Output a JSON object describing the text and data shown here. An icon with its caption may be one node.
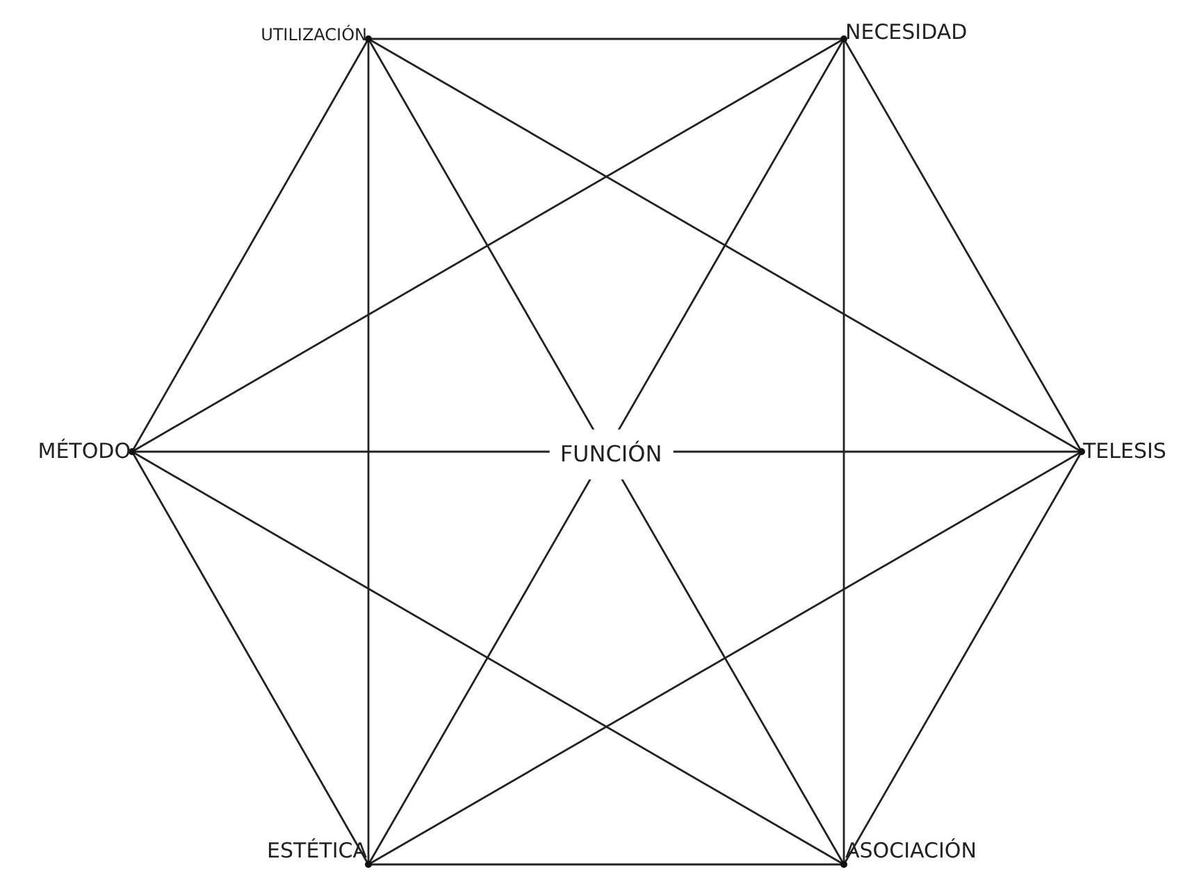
{
  "diagram": {
    "nodes": [
      {
        "text": [
          "UTILIZACIÓN"
        ]
      },
      {
        "text": [
          "NECESIDAD"
        ]
      },
      {
        "text": [
          "MÉTODO"
        ]
      },
      {
        "text": [
          "TELESIS"
        ]
      },
      {
        "text": [
          "ESTÉTICA"
        ]
      },
      {
        "text": [
          "ASOCIACIÓN"
        ]
      }
    ],
    "edges": [
      {
        "from": 0,
        "to": 1,
        "arrow": "none"
      },
      {
        "from": 0,
        "to": 2,
        "arrow": "none"
      },
      {
        "from": 0,
        "to": 3,
        "arrow": "none"
      },
      {
        "from": 0,
        "to": 4,
        "arrow": "none"
      },
      {
        "from": 0,
        "to": 5,
        "arrow": "none"
      },
      {
        "from": 1,
        "to": 2,
        "arrow": "none"
      },
      {
        "from": 1,
        "to": 3,
        "arrow": "none"
      },
      {
        "from": 1,
        "to": 4,
        "arrow": "none"
      },
      {
        "from": 1,
        "to": 5,
        "arrow": "none"
      },
      {
        "from": 2,
        "to": 3,
        "arrow": "none",
        "label": "FUNCIÓN"
      },
      {
        "from": 2,
        "to": 4,
        "arrow": "none"
      },
      {
        "from": 2,
        "to": 5,
        "arrow": "none"
      },
      {
        "from": 3,
        "to": 4,
        "arrow": "none"
      },
      {
        "from": 3,
        "to": 5,
        "arrow": "none"
      },
      {
        "from": 4,
        "to": 5,
        "arrow": "none"
      }
    ]
  }
}
